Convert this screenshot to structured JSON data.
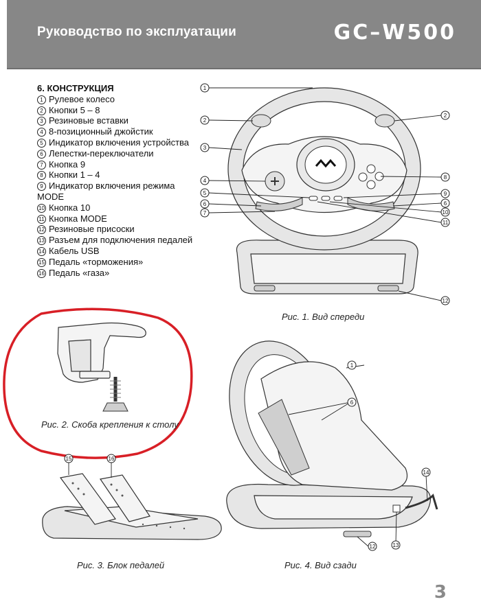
{
  "header": {
    "title": "Руководство по эксплуатации",
    "model": "GC–W500"
  },
  "spec": {
    "title": "6. КОНСТРУКЦИЯ",
    "items": [
      {
        "num": "1",
        "label": "Рулевое колесо"
      },
      {
        "num": "2",
        "label": "Кнопки 5 – 8"
      },
      {
        "num": "3",
        "label": "Резиновые вставки"
      },
      {
        "num": "4",
        "label": "8-позиционный джойстик"
      },
      {
        "num": "5",
        "label": "Индикатор включения устройства"
      },
      {
        "num": "6",
        "label": "Лепестки-переключатели"
      },
      {
        "num": "7",
        "label": "Кнопка 9"
      },
      {
        "num": "8",
        "label": "Кнопки 1 – 4"
      },
      {
        "num": "9",
        "label": "Индикатор включения режима MODE"
      },
      {
        "num": "10",
        "label": "Кнопка 10"
      },
      {
        "num": "11",
        "label": "Кнопка MODE"
      },
      {
        "num": "12",
        "label": "Резиновые присоски"
      },
      {
        "num": "13",
        "label": "Разъем для подключения педалей"
      },
      {
        "num": "14",
        "label": "Кабель USB"
      },
      {
        "num": "15",
        "label": "Педаль «торможения»"
      },
      {
        "num": "16",
        "label": "Педаль «газа»"
      }
    ]
  },
  "figures": {
    "fig1_caption": "Рис. 1. Вид спереди",
    "fig2_caption": "Рис. 2. Скоба крепления к столу",
    "fig3_caption": "Рис. 3. Блок педалей",
    "fig4_caption": "Рис. 4. Вид сзади"
  },
  "callouts": {
    "c1": "1",
    "c2": "2",
    "c3": "3",
    "c4": "4",
    "c5": "5",
    "c6": "6",
    "c7": "7",
    "c8": "8",
    "c9": "9",
    "c10": "10",
    "c11": "11",
    "c12": "12",
    "c13": "13",
    "c14": "14",
    "c15": "15",
    "c16": "16"
  },
  "page_number": "3",
  "colors": {
    "header_bg": "#878787",
    "annotation_red": "#d81f26"
  }
}
